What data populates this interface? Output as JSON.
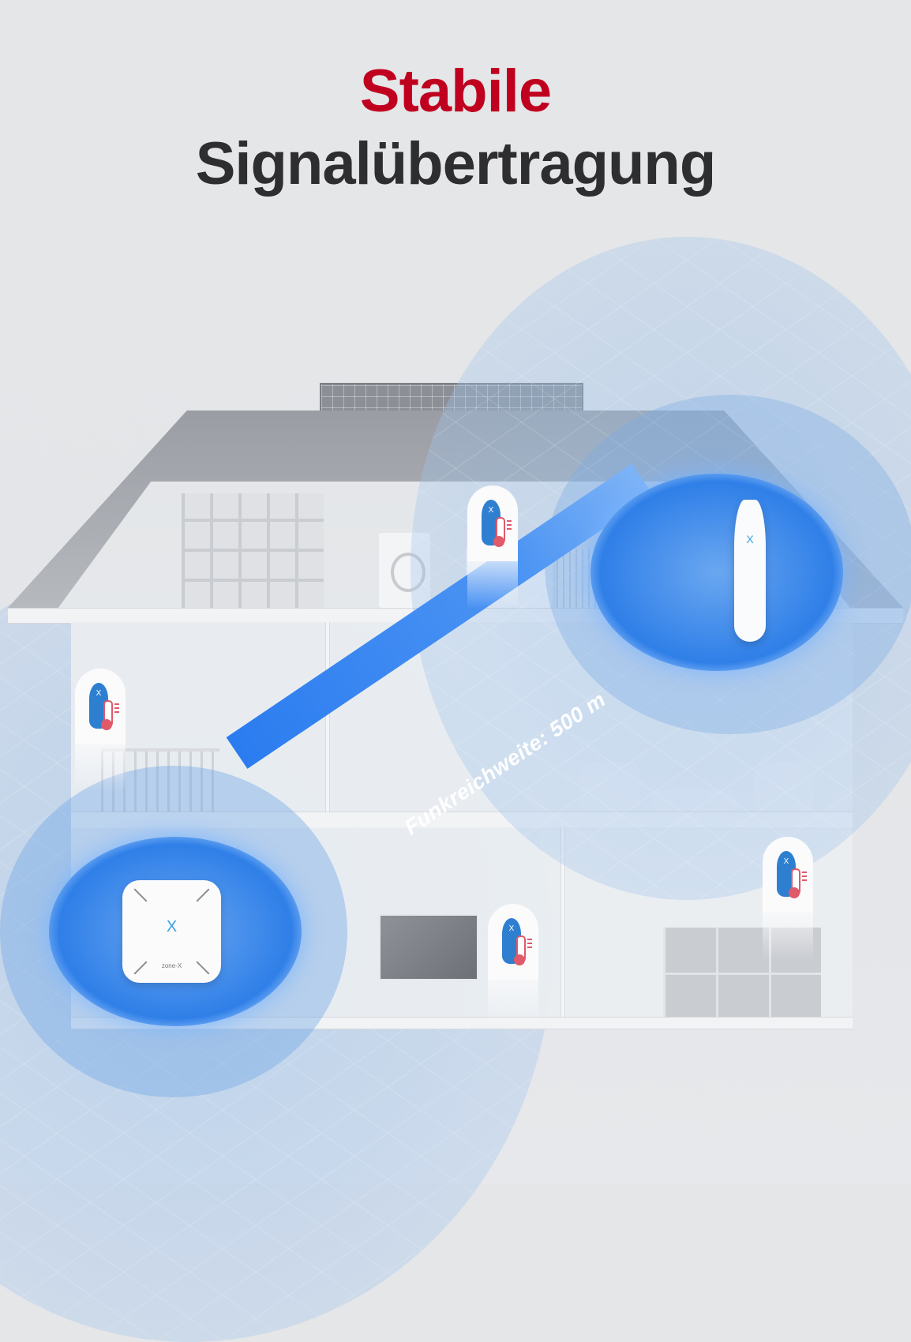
{
  "headline": {
    "line1": "Stabile",
    "line2": "Signalübertragung",
    "line1_color": "#c0001f",
    "line2_color": "#2e2e30"
  },
  "range_label": "Funkreichweite: 500 m",
  "hub": {
    "logo": "X",
    "brand_text": "zone-X"
  },
  "repeater": {
    "logo": "X"
  },
  "sensor_badges": [
    {
      "id": "attic",
      "icon": "thermometer-sensor-icon",
      "logo": "X"
    },
    {
      "id": "nursery",
      "icon": "thermometer-sensor-icon",
      "logo": "X"
    },
    {
      "id": "living-room",
      "icon": "thermometer-sensor-icon",
      "logo": "X"
    },
    {
      "id": "pet-room",
      "icon": "thermometer-sensor-icon",
      "logo": "X"
    }
  ],
  "colors": {
    "accent_blue": "#2f7fe8",
    "beam_blue": "#2b7cf0",
    "thermo_red": "#e05a6a",
    "background": "#e5e6e8"
  }
}
